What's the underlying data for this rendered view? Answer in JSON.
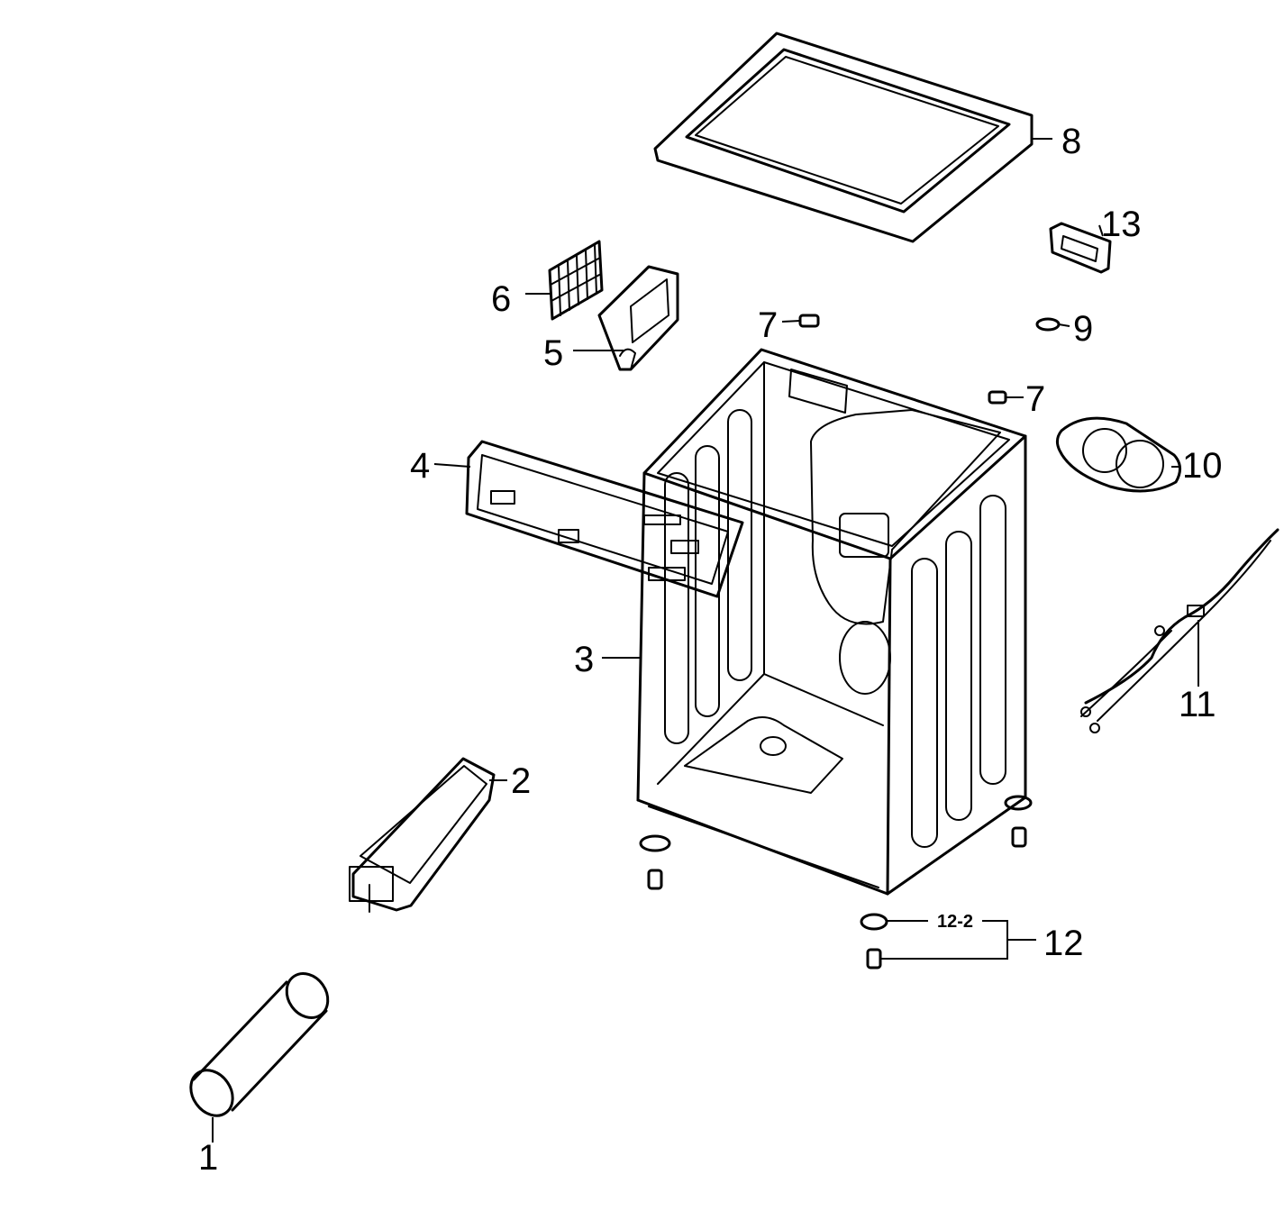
{
  "callouts": {
    "c1": "1",
    "c2": "2",
    "c3": "3",
    "c4": "4",
    "c5": "5",
    "c6": "6",
    "c7a": "7",
    "c7b": "7",
    "c8": "8",
    "c9": "9",
    "c10": "10",
    "c11": "11",
    "c12": "12",
    "c12_2": "12-2",
    "c13": "13"
  }
}
